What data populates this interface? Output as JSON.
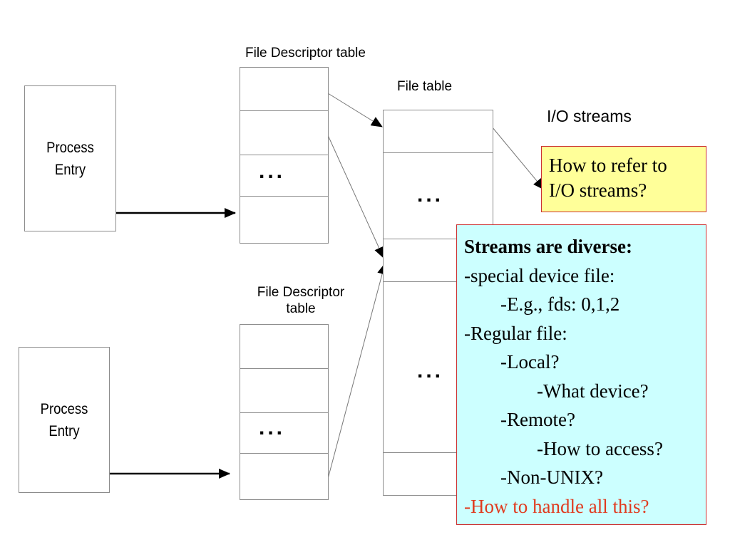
{
  "fd_table_top": {
    "title": "File Descriptor table",
    "dots": "..."
  },
  "fd_table_bottom": {
    "title_line1": "File Descriptor",
    "title_line2": "table",
    "dots": "..."
  },
  "file_table": {
    "title": "File table",
    "dots_upper": "...",
    "dots_lower": "..."
  },
  "io_streams": {
    "title": "I/O streams"
  },
  "process_top": {
    "line1": "Process",
    "line2": "Entry"
  },
  "process_bottom": {
    "line1": "Process",
    "line2": "Entry"
  },
  "callout_question": {
    "line1": "How to refer to",
    "line2": "I/O streams?",
    "bg_color": "#ffff99",
    "border_color": "#cc3333"
  },
  "callout_streams": {
    "heading": "Streams are diverse:",
    "lines": [
      "-special device file:",
      "-E.g., fds: 0,1,2",
      "-Regular file:",
      "-Local?",
      "-What device?",
      "-Remote?",
      "-How to access?",
      "-Non-UNIX?"
    ],
    "final_line": "-How to handle all this?",
    "final_color": "#e03b1f",
    "bg_color": "#ccffff",
    "border_color": "#cc3333"
  }
}
